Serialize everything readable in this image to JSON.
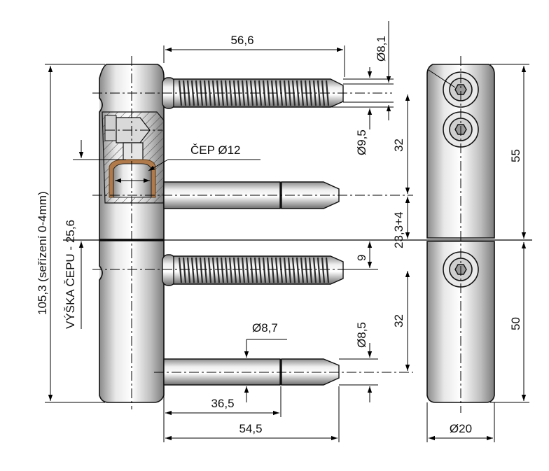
{
  "drawing": {
    "dimensions": {
      "screw_length": "56,6",
      "screw_diameter": "Ø8,1",
      "thread_diameter": "Ø9,5",
      "pin_label": "ČEP Ø12",
      "spacing_upper": "32",
      "spacing_middle": "23,3+4",
      "offset_small": "9",
      "spacing_lower": "32",
      "pin_diameter": "Ø8,7",
      "pin_tip_diameter": "Ø8,5",
      "pin_shank_length": "36,5",
      "pin_total_length": "54,5",
      "total_height": "105,3 (seřízení 0-4mm)",
      "pin_height": "VÝŠKA ČEPU - 25,6",
      "side_upper_height": "55",
      "side_lower_height": "50",
      "body_diameter": "Ø20"
    }
  }
}
